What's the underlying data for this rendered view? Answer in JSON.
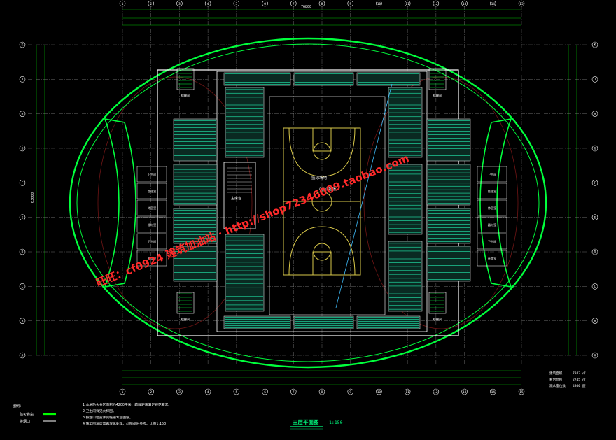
{
  "drawing": {
    "title": "三层平面图",
    "scale": "1:150",
    "overall_width": "76800",
    "overall_height": "63600",
    "col_labels": [
      "1",
      "2",
      "3",
      "4",
      "5",
      "6",
      "7",
      "8",
      "9",
      "10",
      "11",
      "12",
      "13",
      "14",
      "15"
    ],
    "row_labels": [
      "A",
      "B",
      "C",
      "D",
      "E",
      "F",
      "G",
      "H",
      "J",
      "K"
    ]
  },
  "court": {
    "label": "篮球场地",
    "sublabel": "(活动地板)"
  },
  "watermark": {
    "line1": "旺旺：cf0924  建筑加油站  ·  http://shop72346009.taobao.com"
  },
  "legend": {
    "title": "图例：",
    "items": [
      {
        "label": "防火卷帘",
        "color": "#00ff00"
      },
      {
        "label": "排烟口",
        "color": "#ffffff"
      }
    ]
  },
  "notes": [
    "1.本层防火分区面积约4200平米，疏散距离满足规范要求。",
    "2.卫生间详见大样图。",
    "3.排烟口位置详见暖通专业图纸。",
    "4.施工图深度需再深化处理。此图仅供参考。比例1:150"
  ],
  "area_table": {
    "rows": [
      {
        "label": "建筑面积",
        "value": "7843 ㎡"
      },
      {
        "label": "看台面积",
        "value": "2745 ㎡"
      },
      {
        "label": "观众座位数",
        "value": "4860 座"
      }
    ]
  },
  "rooms": {
    "left": [
      "卫生间",
      "管理室",
      "休息室",
      "器材室",
      "卫生间",
      "贵宾室"
    ],
    "right": [
      "卫生间",
      "管理室",
      "休息室",
      "器材室",
      "卫生间",
      "贵宾室"
    ],
    "corners": [
      "楼梯间",
      "楼梯间",
      "楼梯间",
      "楼梯间"
    ],
    "center_block": "主席台"
  },
  "colors": {
    "grid": "#d0d0d0",
    "wall": "#ffffff",
    "arena": "#00ff3c",
    "seats": "#19a37a",
    "court": "#d8c84a",
    "dim": "#00c000",
    "text": "#00ff80",
    "accent": "#ff2a2a"
  }
}
